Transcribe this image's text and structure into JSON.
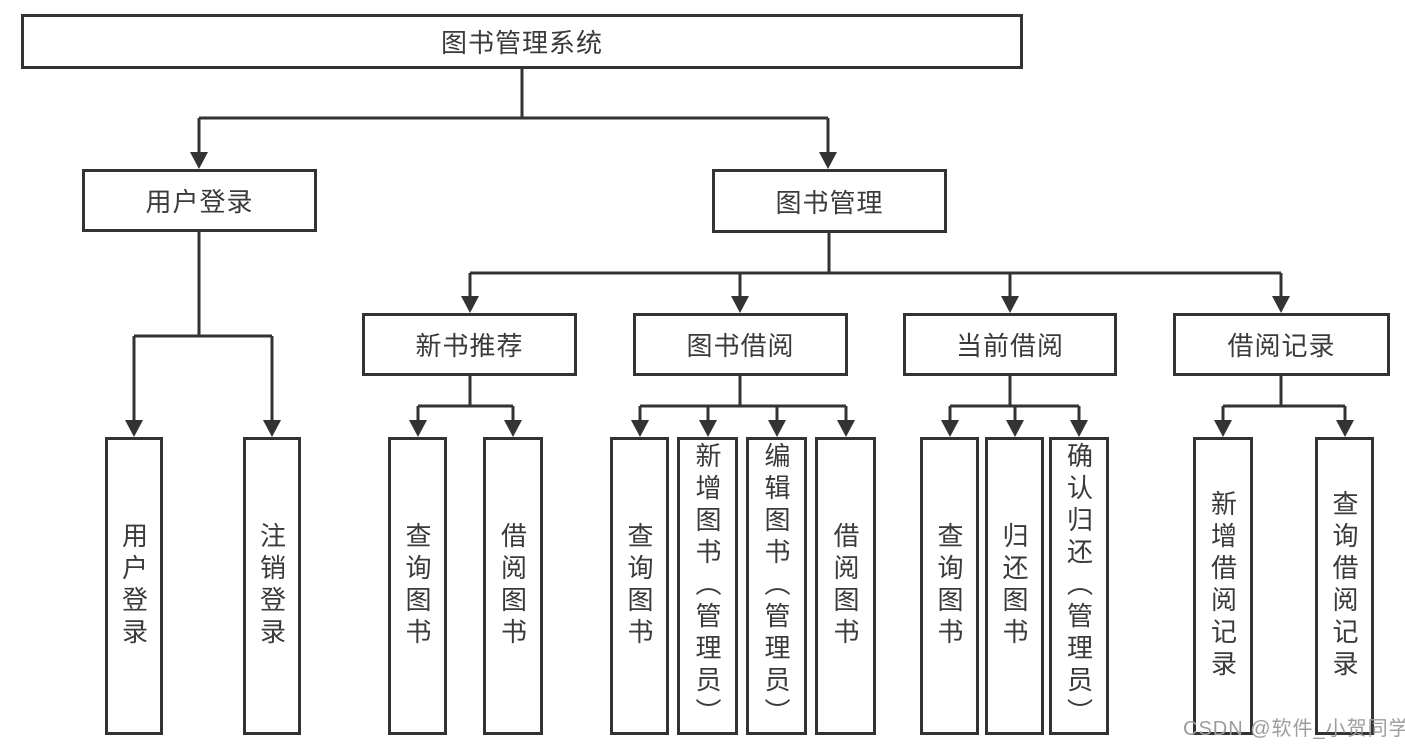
{
  "diagram": {
    "root": {
      "label": "图书管理系统"
    },
    "level2": [
      {
        "label": "用户登录",
        "children": [
          {
            "label": "用户登录"
          },
          {
            "label": "注销登录"
          }
        ]
      },
      {
        "label": "图书管理",
        "children": [
          {
            "label": "新书推荐",
            "children": [
              {
                "label": "查询图书"
              },
              {
                "label": "借阅图书"
              }
            ]
          },
          {
            "label": "图书借阅",
            "children": [
              {
                "label": "查询图书"
              },
              {
                "label": "新增图书（管理员）"
              },
              {
                "label": "编辑图书（管理员）"
              },
              {
                "label": "借阅图书"
              }
            ]
          },
          {
            "label": "当前借阅",
            "children": [
              {
                "label": "查询图书"
              },
              {
                "label": "归还图书"
              },
              {
                "label": "确认归还（管理员）"
              }
            ]
          },
          {
            "label": "借阅记录",
            "children": [
              {
                "label": "新增借阅记录"
              },
              {
                "label": "查询借阅记录"
              }
            ]
          }
        ]
      }
    ]
  },
  "watermark": {
    "text": "CSDN @软件_小贺同学",
    "color": "#9d9d9d"
  },
  "colors": {
    "line": "#333333",
    "border": "#333333",
    "text": "#3a3a3a",
    "background": "#ffffff"
  }
}
